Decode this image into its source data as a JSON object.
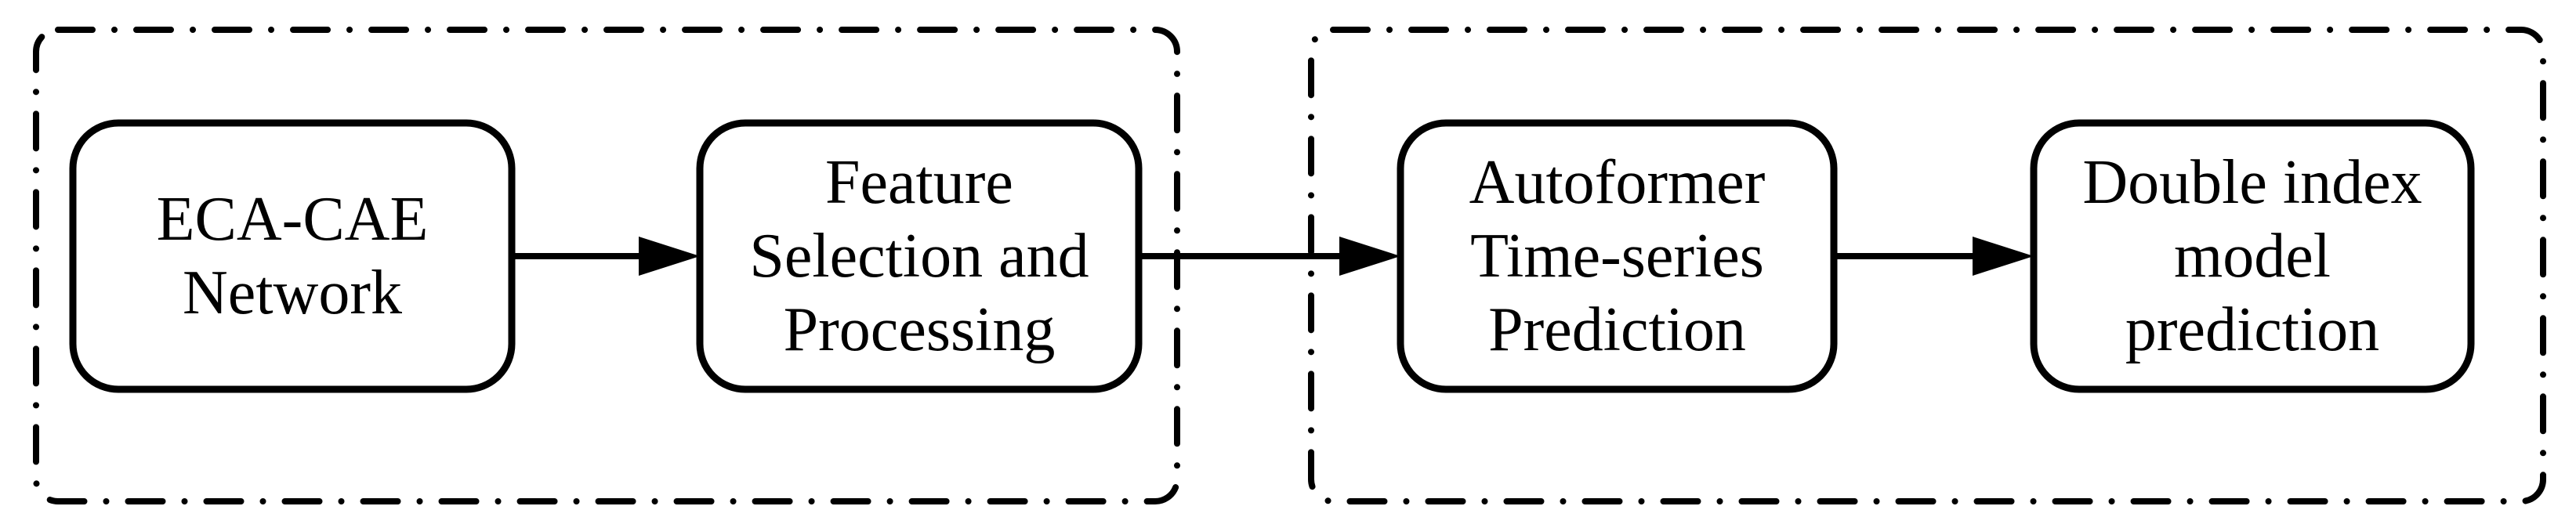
{
  "diagram": {
    "colors": {
      "background": "#ffffff",
      "stroke": "#000000",
      "text": "#000000"
    },
    "groups": [
      {
        "id": "stage-1",
        "style": "dash-dot-border",
        "contains": [
          "eca-cae-network",
          "feature-selection-and-processing"
        ]
      },
      {
        "id": "stage-2",
        "style": "dash-dot-border",
        "contains": [
          "autoformer-time-series-prediction",
          "double-index-model-prediction"
        ]
      }
    ],
    "boxes": [
      {
        "id": "eca-cae-network",
        "lines": [
          "ECA-CAE",
          "Network"
        ]
      },
      {
        "id": "feature-selection-and-processing",
        "lines": [
          "Feature",
          "Selection and",
          "Processing"
        ]
      },
      {
        "id": "autoformer-time-series-prediction",
        "lines": [
          "Autoformer",
          "Time-series",
          "Prediction"
        ]
      },
      {
        "id": "double-index-model-prediction",
        "lines": [
          "Double index",
          "model",
          "prediction"
        ]
      }
    ],
    "arrows": [
      {
        "from": "eca-cae-network",
        "to": "feature-selection-and-processing"
      },
      {
        "from": "feature-selection-and-processing",
        "to": "autoformer-time-series-prediction"
      },
      {
        "from": "autoformer-time-series-prediction",
        "to": "double-index-model-prediction"
      }
    ]
  }
}
